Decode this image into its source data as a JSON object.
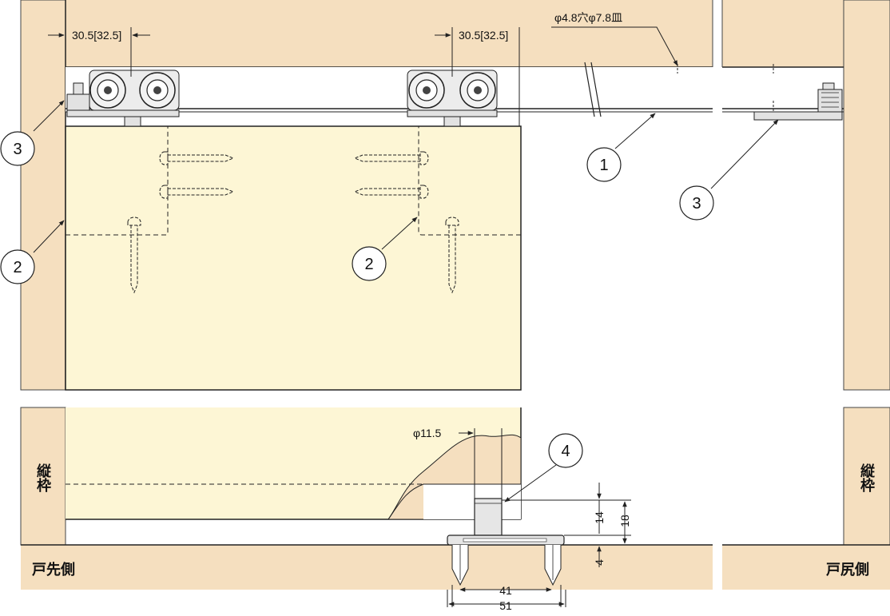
{
  "labels": {
    "dim_left_offset": "30.5[32.5]",
    "dim_right_offset": "30.5[32.5]",
    "dim_hole": "φ4.8穴φ7.8皿",
    "dim_pin_dia": "φ11.5",
    "dim_14": "14",
    "dim_18": "18",
    "dim_4": "4",
    "dim_41": "41",
    "dim_51": "51",
    "frame_left": "縦枠",
    "frame_right": "縦枠",
    "door_tip_side": "戸先側",
    "door_tail_side": "戸尻側"
  },
  "callouts": {
    "c1": "1",
    "c2a": "2",
    "c2b": "2",
    "c3a": "3",
    "c3b": "3",
    "c4": "4"
  },
  "colors": {
    "wood": "#f5dfbf",
    "door": "#fdf6d5",
    "line": "#222222",
    "metal": "#e2e2e2"
  }
}
